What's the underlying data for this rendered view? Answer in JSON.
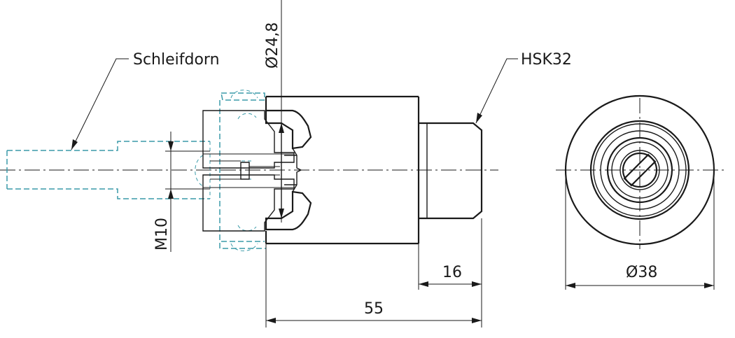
{
  "labels": {
    "mandrel": "Schleifdorn",
    "holder": "HSK32",
    "diameter_bore": "Ø24,8",
    "thread": "M10",
    "dim_16": "16",
    "dim_55": "55",
    "diameter_outer": "Ø38"
  },
  "colors": {
    "line": "#1a1a1a",
    "ghost": "#3a9aa8",
    "hatch_fill": "#1a1a1a",
    "background": "#ffffff"
  }
}
